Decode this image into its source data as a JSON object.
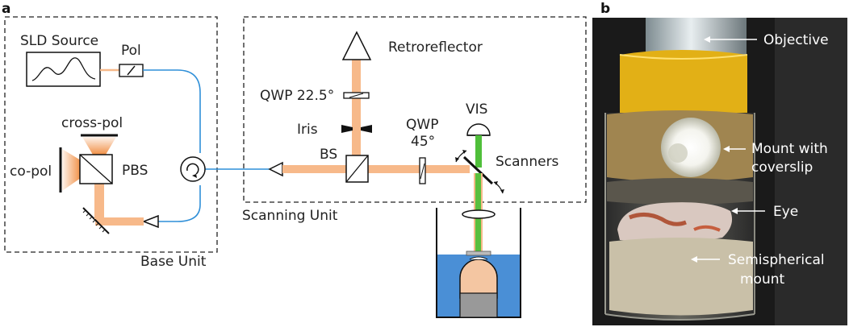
{
  "panels": {
    "a": "a",
    "b": "b"
  },
  "diagram": {
    "sld_source": "SLD Source",
    "pol": "Pol",
    "cross_pol": "cross-pol",
    "co_pol": "co-pol",
    "pbs": "PBS",
    "base_unit": "Base Unit",
    "retroreflector": "Retroreflector",
    "qwp_225": "QWP 22.5°",
    "iris": "Iris",
    "bs": "BS",
    "qwp_45_line1": "QWP",
    "qwp_45_line2": "45°",
    "vis": "VIS",
    "scanners": "Scanners",
    "scanning_unit": "Scanning Unit"
  },
  "photo": {
    "objective": "Objective",
    "mount_line1": "Mount with",
    "mount_line2": "coverslip",
    "eye": "Eye",
    "semi_line1": "Semispherical",
    "semi_line2": "mount"
  },
  "colors": {
    "beam_orange": "#f7b98a",
    "fiber_blue": "#2f8fd8",
    "vis_green": "#4fbf3a",
    "water_blue": "#4a8fd6",
    "dashed_border": "#222222"
  }
}
